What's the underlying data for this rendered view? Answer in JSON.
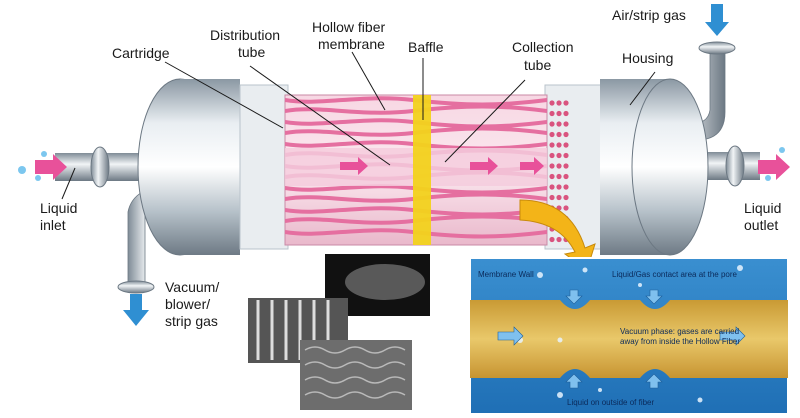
{
  "labels": {
    "cartridge": "Cartridge",
    "distribution_tube": [
      "Distribution",
      "tube"
    ],
    "hollow_fiber": [
      "Hollow fiber",
      "membrane"
    ],
    "baffle": "Baffle",
    "collection_tube": [
      "Collection",
      "tube"
    ],
    "air_strip_gas": "Air/strip gas",
    "housing": "Housing",
    "liquid_inlet": [
      "Liquid",
      "inlet"
    ],
    "liquid_outlet": [
      "Liquid",
      "outlet"
    ],
    "vacuum": [
      "Vacuum/",
      "blower/",
      "strip gas"
    ]
  },
  "inset": {
    "membrane_wall": "Membrane Wall",
    "contact_area": "Liquid/Gas contact area at the pore",
    "vacuum_phase": [
      "Vacuum phase: gases are carried",
      "away from inside the Hollow Fiber"
    ],
    "liquid_outside": "Liquid on outside of fiber"
  },
  "colors": {
    "fiber": "#e56fa0",
    "tube": "#f2c5d6",
    "baffle": "#f2d21c",
    "housing": "#c9d3da",
    "arrow_pink": "#e8519a",
    "arrow_blue": "#2f8fd2",
    "callout": "#f3b418",
    "inset_blue": "#2a7fc6",
    "inset_gold": "#d8b04a"
  },
  "icons": {
    "flow_in": "pink-arrow-icon",
    "flow_out": "pink-arrow-icon",
    "gas_in": "blue-arrow-icon",
    "gas_out": "blue-arrow-icon",
    "callout": "curved-arrow-icon"
  }
}
